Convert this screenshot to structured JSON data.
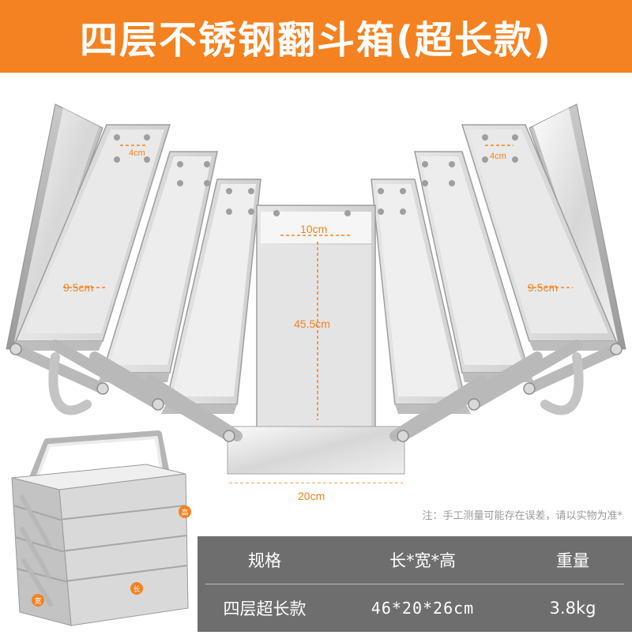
{
  "title": "四层不锈钢翻斗箱(超长款)",
  "dimensions": {
    "left_tray_width": "4cm",
    "right_tray_width": "4cm",
    "left_tray_depth": "9.5cm",
    "right_tray_depth": "9.5cm",
    "center_width": "10cm",
    "center_length": "45.5cm",
    "bottom_width": "20cm"
  },
  "note": "注：手工测量可能存在误差，请以实物为准*",
  "mini_labels": {
    "height": "高",
    "width": "宽",
    "length": "长"
  },
  "spec_table": {
    "headers": [
      "规格",
      "长*宽*高",
      "重量"
    ],
    "row": [
      "四层超长款",
      "46*20*26cm",
      "3.8kg"
    ]
  },
  "colors": {
    "accent": "#f58220",
    "table_bg": "#6e6e6e",
    "metal_light": "#f2f2f2",
    "metal_dark": "#a7a7a7"
  }
}
